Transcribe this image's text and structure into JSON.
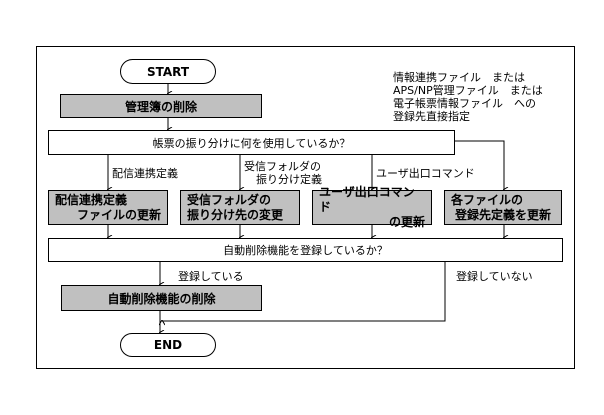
{
  "flowchart": {
    "start": "START",
    "end": "END",
    "step_delete_ledger": "管理簿の削除",
    "decision_sort": "帳票の振り分けに何を使用しているか？",
    "branches": [
      {
        "label_lines": [
          "配信連携定義"
        ],
        "box_lines": [
          "配信連携定義",
          "ファイルの更新"
        ]
      },
      {
        "label_lines": [
          "受信フォルダの",
          "振り分け定義"
        ],
        "box_lines": [
          "受信フォルダの",
          "振り分け先の変更"
        ]
      },
      {
        "label_lines": [
          "ユーザ出口コマンド"
        ],
        "box_lines": [
          "ユーザ出口コマンド",
          "の更新"
        ]
      },
      {
        "label_lines": [
          "情報連携ファイル　または",
          "APS/NP管理ファイル　または",
          "電子帳票情報ファイル　への",
          "登録先直接指定"
        ],
        "box_lines": [
          "各ファイルの",
          "登録先定義を更新"
        ]
      }
    ],
    "decision_autodelete": "自動削除機能を登録しているか？",
    "yes_label": "登録している",
    "no_label": "登録していない",
    "step_delete_autodelete": "自動削除機能の削除"
  }
}
